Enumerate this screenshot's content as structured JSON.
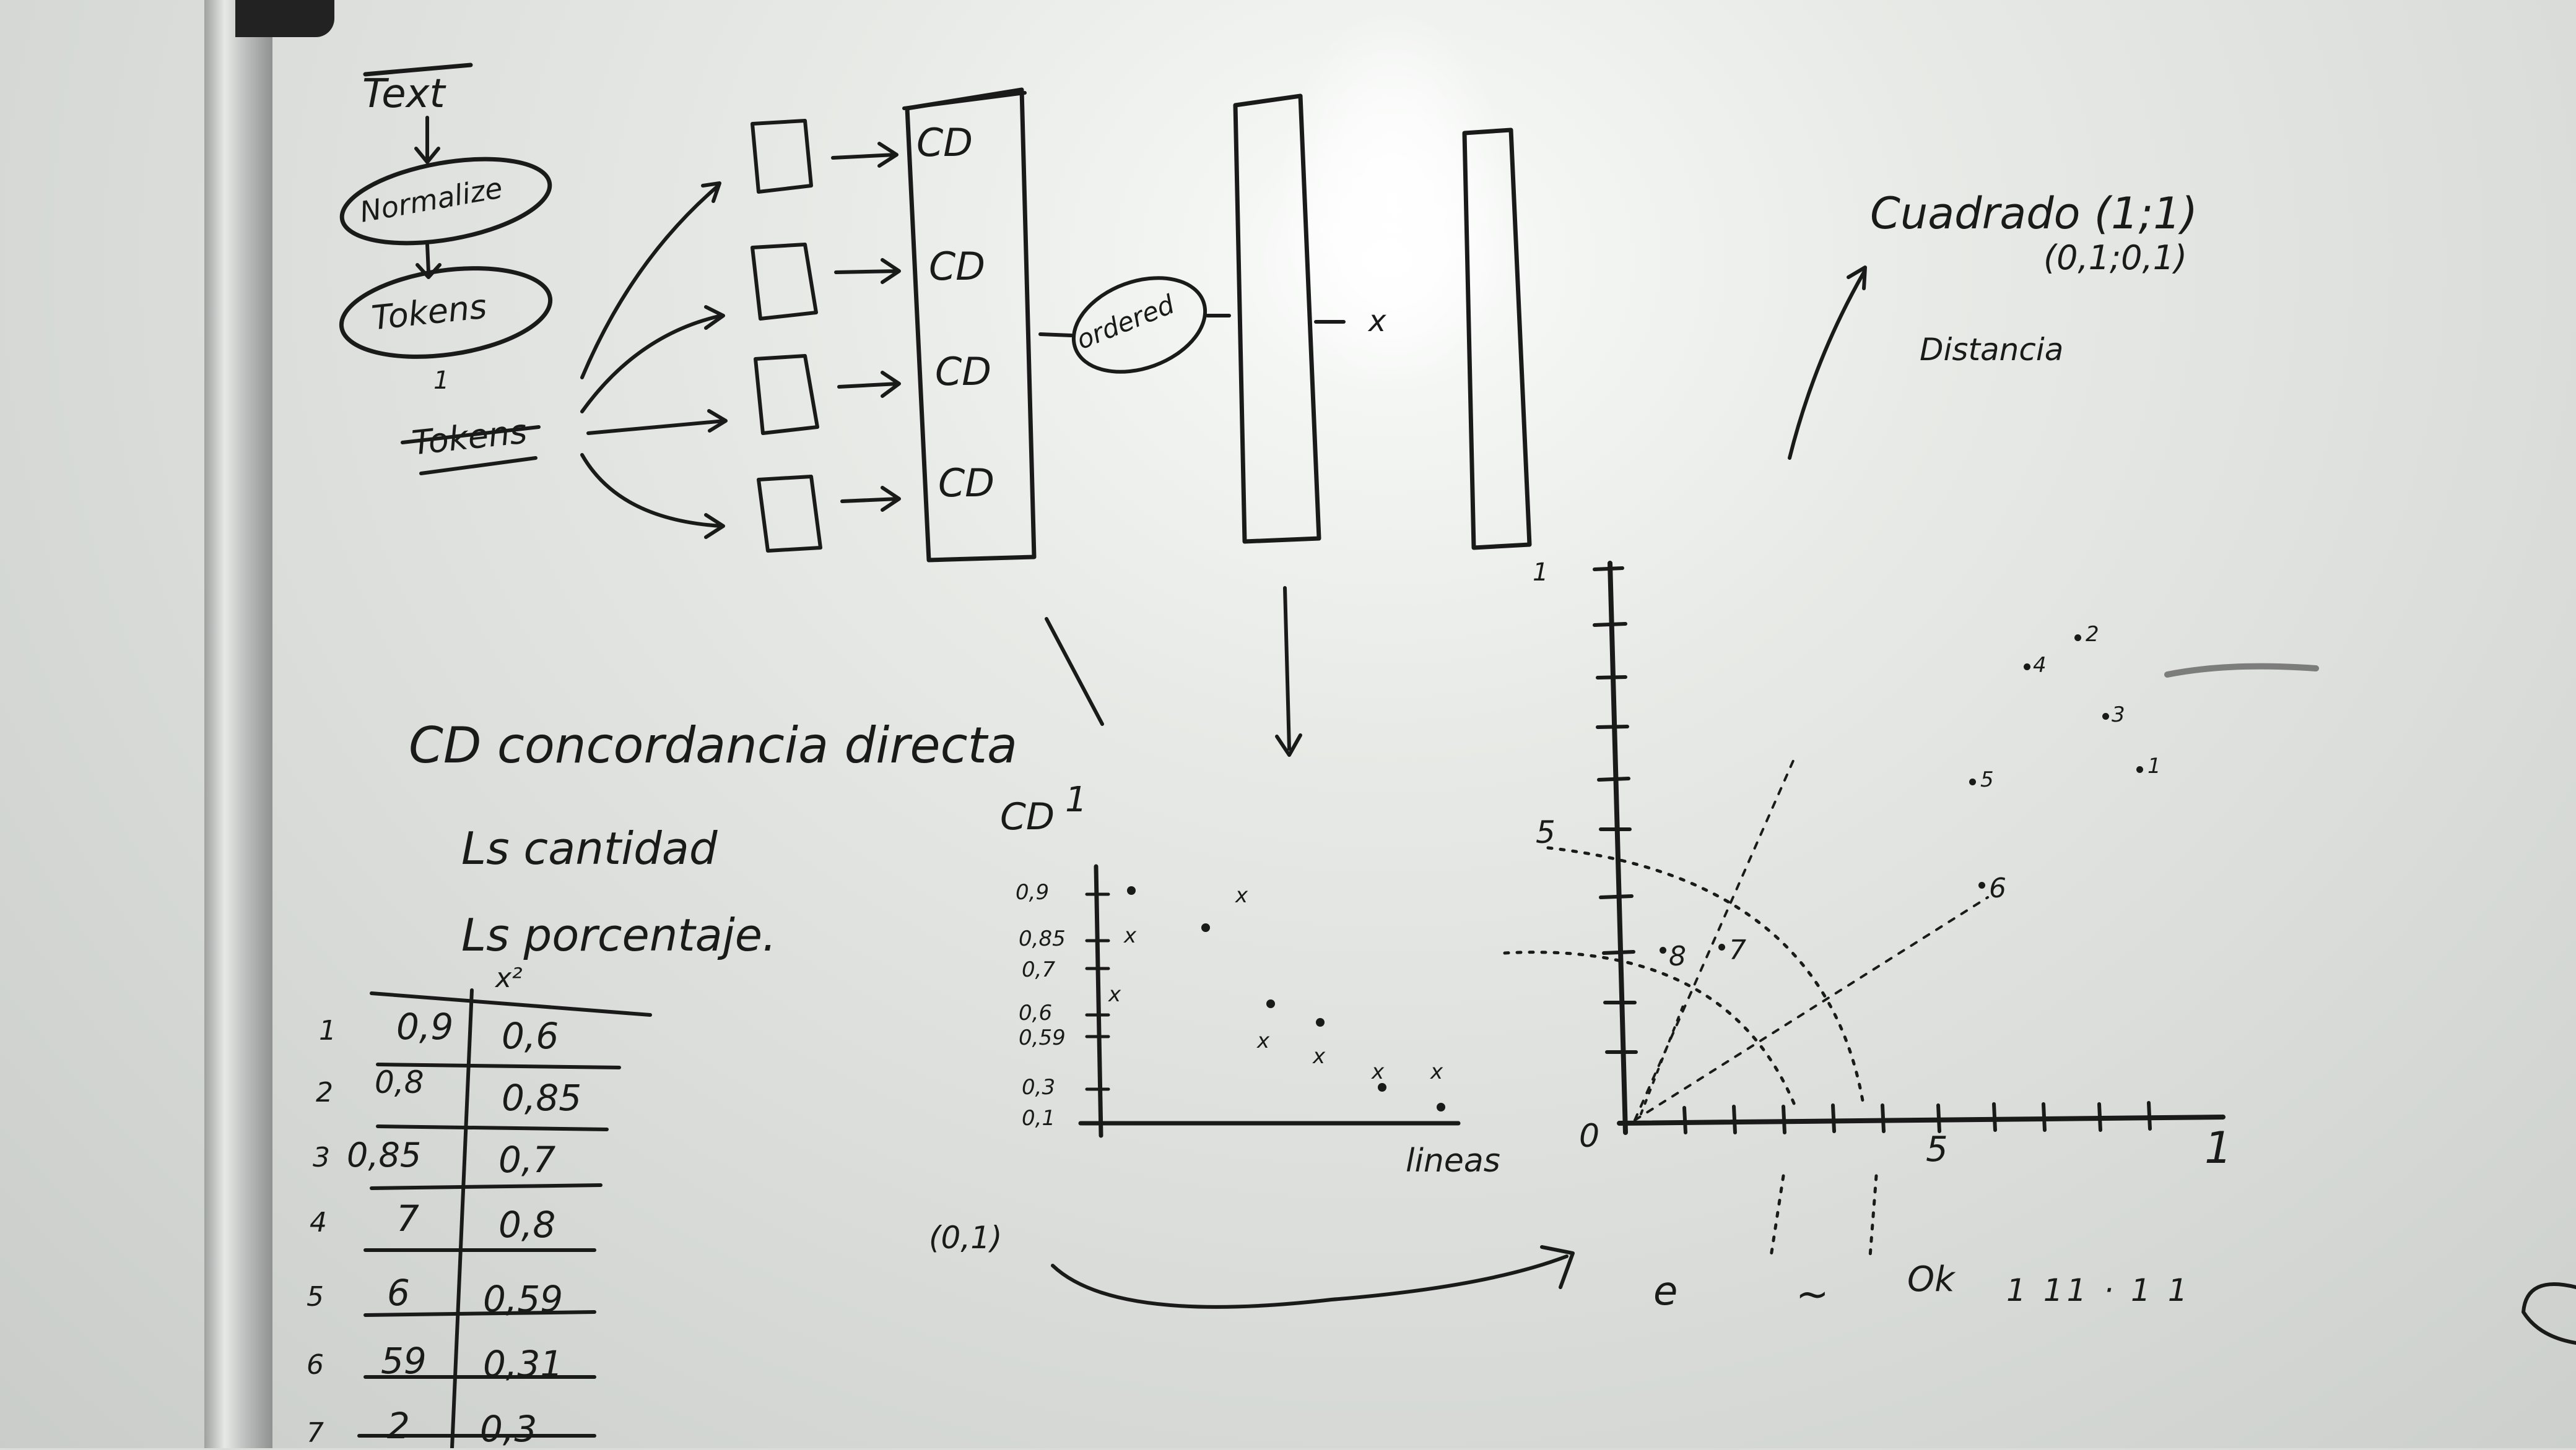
{
  "flow": {
    "text": "Text",
    "normalize": "Normalize",
    "tokens": "Tokens",
    "separator": "1",
    "tokens2": "Tokens"
  },
  "blocks": {
    "cd_labels": [
      "CD",
      "CD",
      "CD",
      "CD"
    ],
    "ordered": "ordered",
    "x_mark": "x"
  },
  "notes": {
    "cuadrado": "Cuadrado (1;1)",
    "cuadrado_sub": "(0,1;0,1)",
    "distancia": "Distancia",
    "cd_def": "CD concordancia directa",
    "cantidad": "Ls cantidad",
    "porcentaje": "Ls porcentaje."
  },
  "table": {
    "header": "x²",
    "rows": [
      {
        "n": "1",
        "a": "0,9",
        "b": "0,6"
      },
      {
        "n": "2",
        "a": "0,8",
        "b": "0,85"
      },
      {
        "n": "3",
        "a": "0,85",
        "b": "0,7"
      },
      {
        "n": "4",
        "a": "7",
        "b": "0,8"
      },
      {
        "n": "5",
        "a": "6",
        "b": "0,59"
      },
      {
        "n": "6",
        "a": "59",
        "b": "0,31"
      },
      {
        "n": "7",
        "a": "2",
        "b": "0,3"
      }
    ]
  },
  "left_plot": {
    "y_top": "1",
    "y_label": "CD",
    "y_ticks": [
      "0,9",
      "0,85",
      "0,7",
      "0,6",
      "0,59",
      "0,3",
      "0,1"
    ],
    "x_label": "lineas",
    "origin_label": "(0,1)"
  },
  "right_plot": {
    "y_top": "1",
    "y_mid": "5",
    "x_zero": "0",
    "x_mid": "5",
    "x_end": "1",
    "points": [
      "2",
      "4",
      "3",
      "1",
      "5",
      "6",
      "8",
      "7"
    ],
    "bottom_labels": [
      "e",
      "~",
      "Ok",
      "1 11 · 1 1"
    ]
  }
}
